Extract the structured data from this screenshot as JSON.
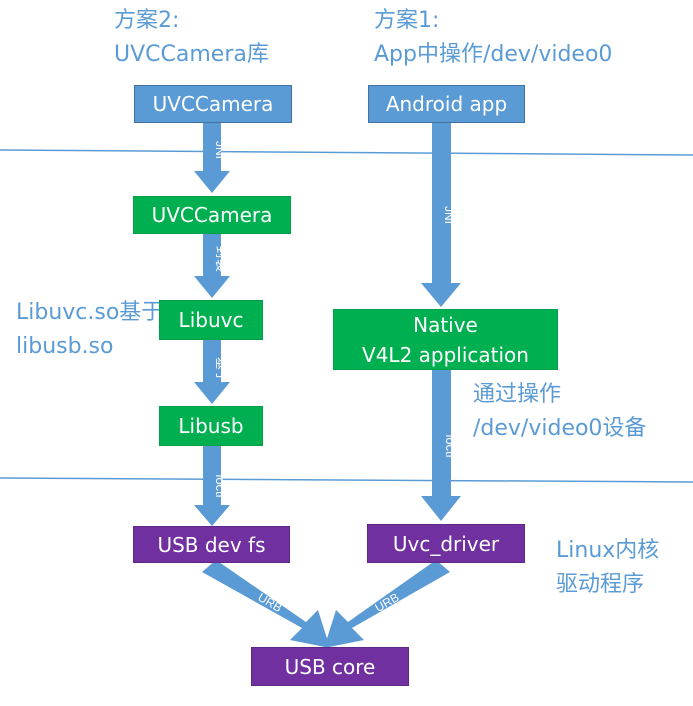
{
  "headings": {
    "plan2_line1": "方案2:",
    "plan2_line2": "UVCCamera库",
    "plan1_line1": "方案1:",
    "plan1_line2": "App中操作/dev/video0"
  },
  "side_labels": {
    "libuvc_line1": "Libuvc.so基于",
    "libuvc_line2": "libusb.so",
    "op_line1": "通过操作",
    "op_line2": "/dev/video0设备",
    "kernel_line1": "Linux内核",
    "kernel_line2": "驱动程序"
  },
  "boxes": {
    "uvccamera_top": "UVCCamera",
    "android_app": "Android app",
    "uvccamera_mid": "UVCCamera",
    "libuvc": "Libuvc",
    "native_line1": "Native",
    "native_line2": "V4L2 application",
    "libusb": "Libusb",
    "usb_dev_fs": "USB dev fs",
    "uvc_driver": "Uvc_driver",
    "usb_core": "USB core"
  },
  "arrow_labels": {
    "jni_left": "JNI",
    "jni_right": "JNI",
    "wrap": "封装",
    "based_on": "基于",
    "ioctl_left": "ioctl",
    "ioctl_right": "ioctl",
    "urb_left": "URB",
    "urb_right": "URB"
  },
  "colors": {
    "blue": "#5b9bd5",
    "green": "#00b050",
    "purple": "#7030a0",
    "divider": "#5b9bd5"
  }
}
